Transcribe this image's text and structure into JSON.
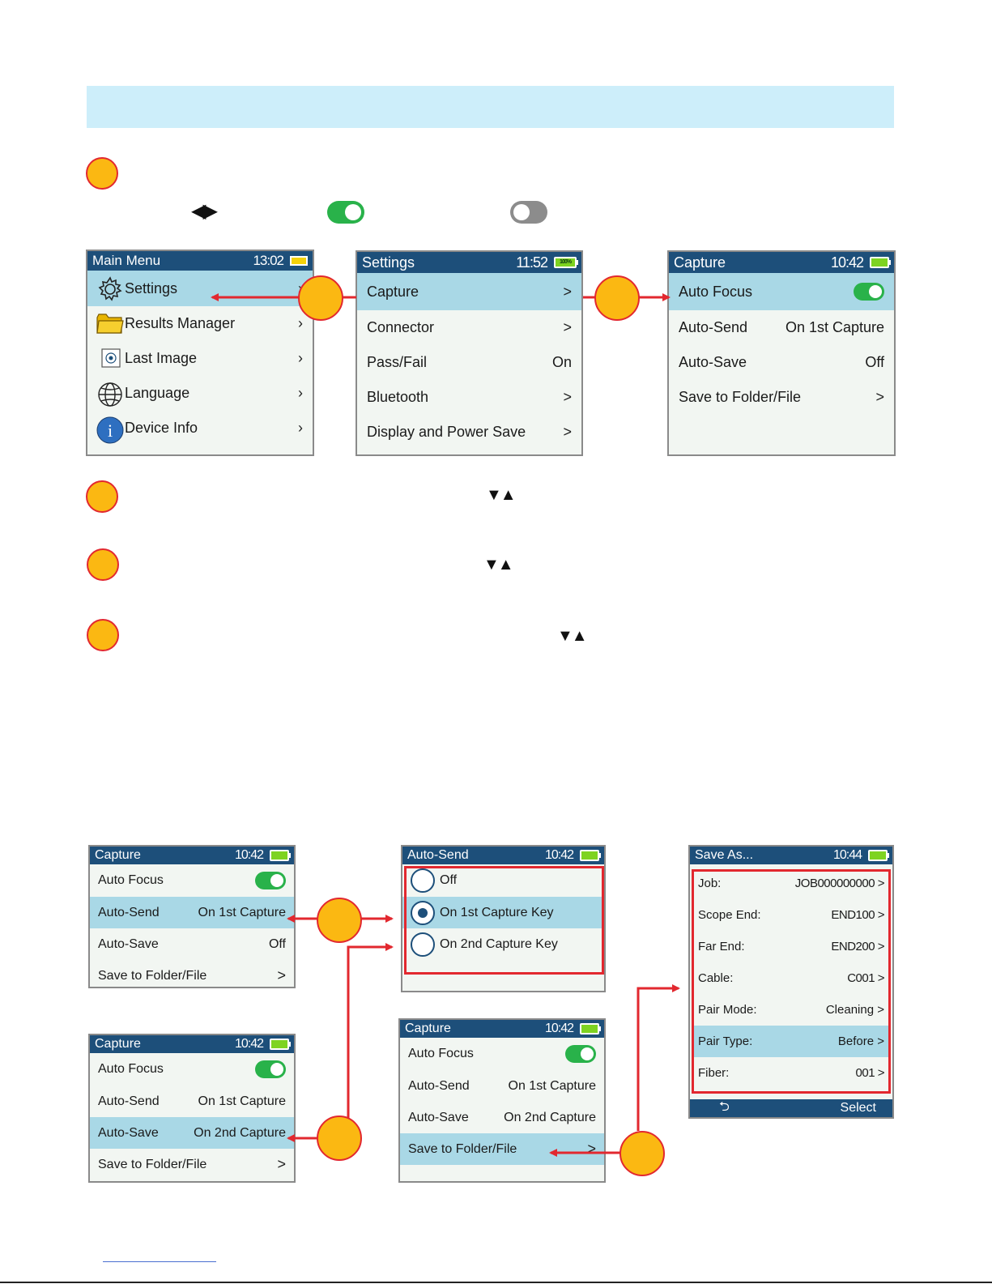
{
  "menus": {
    "main_menu": {
      "title": "Main Menu",
      "time": "13:02",
      "items": [
        {
          "label": "Settings",
          "icon": "gear-icon"
        },
        {
          "label": "Results Manager",
          "icon": "folder-icon"
        },
        {
          "label": "Last Image",
          "icon": "image-icon"
        },
        {
          "label": "Language",
          "icon": "globe-icon"
        },
        {
          "label": "Device Info",
          "icon": "info-icon"
        }
      ]
    },
    "settings": {
      "title": "Settings",
      "time": "11:52",
      "battery": "100%",
      "items": [
        {
          "label": "Capture",
          "value": ">"
        },
        {
          "label": "Connector",
          "value": ">"
        },
        {
          "label": "Pass/Fail",
          "value": "On"
        },
        {
          "label": "Bluetooth",
          "value": ">"
        },
        {
          "label": "Display and Power Save",
          "value": ">"
        }
      ]
    },
    "capture_top": {
      "title": "Capture",
      "time": "10:42",
      "items": [
        {
          "label": "Auto Focus"
        },
        {
          "label": "Auto-Send",
          "value": "On 1st Capture"
        },
        {
          "label": "Auto-Save",
          "value": "Off"
        },
        {
          "label": "Save to Folder/File",
          "value": ">"
        }
      ]
    },
    "capture_a": {
      "title": "Capture",
      "time": "10:42",
      "items": [
        {
          "label": "Auto Focus"
        },
        {
          "label": "Auto-Send",
          "value": "On 1st Capture"
        },
        {
          "label": "Auto-Save",
          "value": "Off"
        },
        {
          "label": "Save to Folder/File",
          "value": ">"
        }
      ]
    },
    "capture_b": {
      "title": "Capture",
      "time": "10:42",
      "items": [
        {
          "label": "Auto Focus"
        },
        {
          "label": "Auto-Send",
          "value": "On 1st Capture"
        },
        {
          "label": "Auto-Save",
          "value": "On 2nd Capture"
        },
        {
          "label": "Save to Folder/File",
          "value": ">"
        }
      ]
    },
    "capture_c": {
      "title": "Capture",
      "time": "10:42",
      "items": [
        {
          "label": "Auto Focus"
        },
        {
          "label": "Auto-Send",
          "value": "On 1st Capture"
        },
        {
          "label": "Auto-Save",
          "value": "On 2nd Capture"
        },
        {
          "label": "Save to Folder/File",
          "value": ">"
        }
      ]
    },
    "auto_send": {
      "title": "Auto-Send",
      "time": "10:42",
      "options": [
        "Off",
        "On 1st Capture Key",
        "On 2nd Capture Key"
      ],
      "selected": "On 1st Capture Key"
    },
    "save_as": {
      "title": "Save As...",
      "time": "10:44",
      "fields": [
        {
          "label": "Job:",
          "value": "JOB000000000"
        },
        {
          "label": "Scope End:",
          "value": "END100"
        },
        {
          "label": "Far End:",
          "value": "END200"
        },
        {
          "label": "Cable:",
          "value": "C001"
        },
        {
          "label": "Pair Mode:",
          "value": "Cleaning"
        },
        {
          "label": "Pair Type:",
          "value": "Before"
        },
        {
          "label": "Fiber:",
          "value": "001"
        }
      ],
      "chevron": ">",
      "footer_back_icon": "back-arrow-icon",
      "footer_select": "Select"
    }
  },
  "colors": {
    "accent_orange": "#fbb812",
    "arrow_red": "#e2282f",
    "titlebar_blue": "#1d4f7a",
    "selected_row": "#a9d8e6",
    "toggle_green": "#29b24a",
    "banner_blue": "#cdeefa"
  }
}
